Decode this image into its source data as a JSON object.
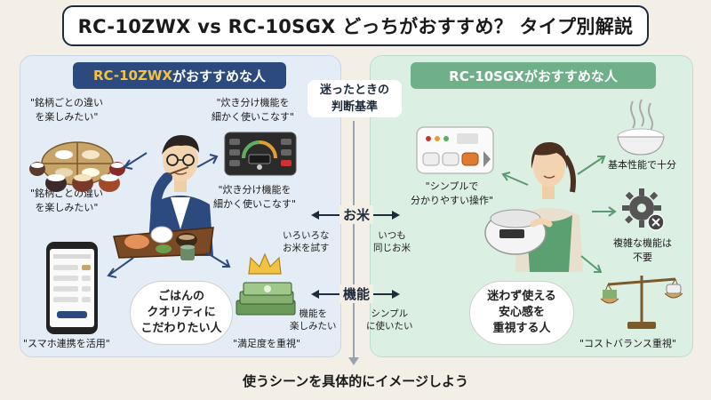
{
  "title": "RC-10ZWX vs RC-10SGX どっちがおすすめ？ タイプ別解説",
  "left": {
    "heading_model": "RC-10ZWX",
    "heading_suffix": "がおすすめな人",
    "quote_brand_1": "\"銘柄ごとの違い\nを楽しみたい\"",
    "quote_brand_2": "\"銘柄ごとの違い\nを楽しみたい\"",
    "quote_modes_1": "\"炊き分け機能を\n細かく使いこなす\"",
    "quote_modes_2": "\"炊き分け機能を\n細かく使いこなす\"",
    "rice_note": "いろいろな\nお米を試す",
    "func_note": "機能を\n楽しみたい",
    "bubble": "ごはんの\nクオリティに\nこだわりたい人",
    "quote_app": "\"スマホ連携を活用\"",
    "quote_satisfaction": "\"満足度を重視\""
  },
  "right": {
    "heading": "RC-10SGXがおすすめな人",
    "quote_simple": "\"シンプルで\n分かりやすい操作\"",
    "basic": "基本性能で十分",
    "no_complex": "複雑な機能は\n不要",
    "rice_note": "いつも\n同じお米",
    "func_note": "シンプル\nに使いたい",
    "bubble": "迷わず使える\n安心感を\n重視する人",
    "quote_cost": "\"コストバランス重視\""
  },
  "center": {
    "label": "迷ったときの\n判断基準",
    "axis_rice": "お米",
    "axis_function": "機能"
  },
  "footer": "使うシーンを具体的にイメージしよう",
  "colors": {
    "left_panel": "#e4ecf5",
    "right_panel": "#dcefe3",
    "left_head": "#2c4a7e",
    "right_head": "#6fb08a",
    "accent_gold": "#f2c244"
  }
}
